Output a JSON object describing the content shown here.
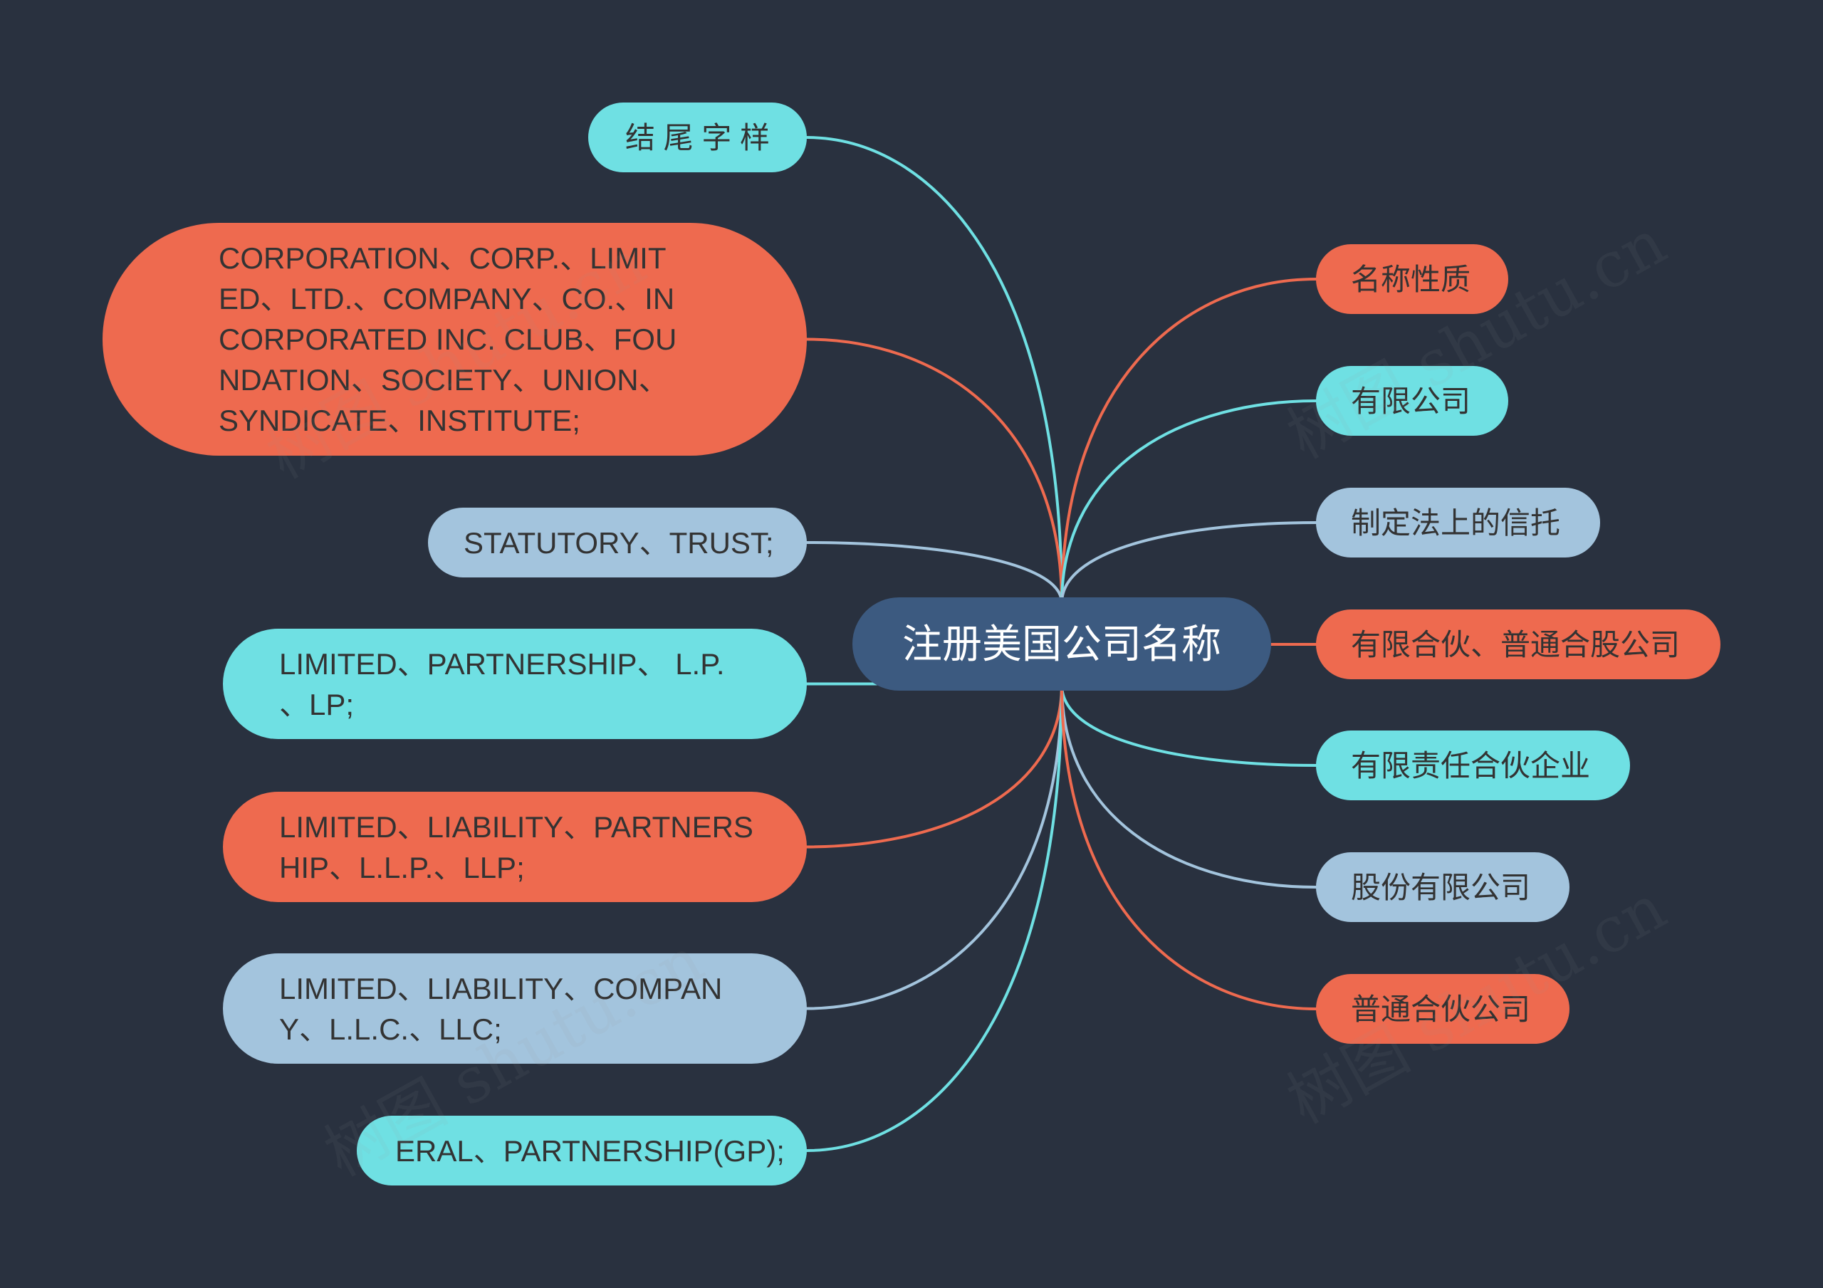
{
  "colors": {
    "background": "#29313f",
    "center": "#3c5a80",
    "center_text": "#ffffff",
    "node_text": "#333333",
    "orange": "#ee6a4f",
    "teal": "#6fe0e3",
    "blue": "#a3c4dd"
  },
  "watermark": "树图 shutu.cn",
  "center": {
    "label": "注册美国公司名称"
  },
  "left_nodes": [
    {
      "color": "teal",
      "lines": [
        "结 尾 字 样"
      ]
    },
    {
      "color": "orange",
      "lines": [
        "CORPORATION、CORP.、LIMIT",
        "ED、LTD.、COMPANY、CO.、IN",
        "CORPORATED INC. CLUB、FOU",
        "NDATION、SOCIETY、UNION、",
        "SYNDICATE、INSTITUTE;"
      ]
    },
    {
      "color": "blue",
      "lines": [
        "STATUTORY、TRUST;"
      ]
    },
    {
      "color": "teal",
      "lines": [
        "LIMITED、PARTNERSHIP、 L.P.",
        "、LP;"
      ]
    },
    {
      "color": "orange",
      "lines": [
        "LIMITED、LIABILITY、PARTNERS",
        "HIP、L.L.P.、LLP;"
      ]
    },
    {
      "color": "blue",
      "lines": [
        "LIMITED、LIABILITY、COMPAN",
        "Y、L.L.C.、LLC;"
      ]
    },
    {
      "color": "teal",
      "lines": [
        "ERAL、PARTNERSHIP(GP);"
      ]
    }
  ],
  "right_nodes": [
    {
      "color": "orange",
      "label": "名称性质"
    },
    {
      "color": "teal",
      "label": "有限公司"
    },
    {
      "color": "blue",
      "label": "制定法上的信托"
    },
    {
      "color": "orange",
      "label": "有限合伙、普通合股公司"
    },
    {
      "color": "teal",
      "label": "有限责任合伙企业"
    },
    {
      "color": "blue",
      "label": "股份有限公司"
    },
    {
      "color": "orange",
      "label": "普通合伙公司"
    }
  ]
}
